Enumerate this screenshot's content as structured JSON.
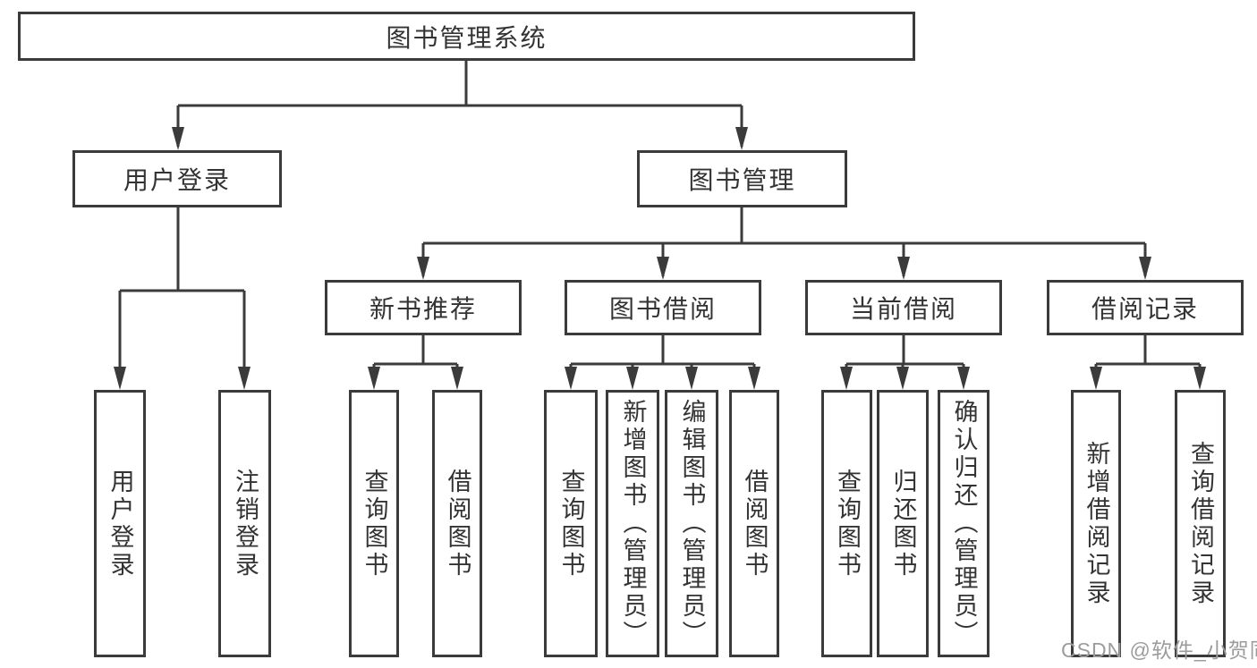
{
  "diagram": {
    "root": {
      "label": "图书管理系统"
    },
    "branches": [
      {
        "label": "用户登录",
        "children": [
          {
            "label": "用户登录"
          },
          {
            "label": "注销登录"
          }
        ]
      },
      {
        "label": "图书管理",
        "children": [
          {
            "label": "新书推荐",
            "children": [
              {
                "label": "查询图书"
              },
              {
                "label": "借阅图书"
              }
            ]
          },
          {
            "label": "图书借阅",
            "children": [
              {
                "label": "查询图书"
              },
              {
                "label": "新增图书（管理员）"
              },
              {
                "label": "编辑图书（管理员）"
              },
              {
                "label": "借阅图书"
              }
            ]
          },
          {
            "label": "当前借阅",
            "children": [
              {
                "label": "查询图书"
              },
              {
                "label": "归还图书"
              },
              {
                "label": "确认归还（管理员）"
              }
            ]
          },
          {
            "label": "借阅记录",
            "children": [
              {
                "label": "新增借阅记录"
              },
              {
                "label": "查询借阅记录"
              }
            ]
          }
        ]
      }
    ]
  },
  "watermark": {
    "text": "CSDN @软件_小贺同学"
  },
  "colors": {
    "line": "#3b3b3b",
    "text": "#333333",
    "watermark": "#9c9c9c",
    "background": "#ffffff"
  }
}
